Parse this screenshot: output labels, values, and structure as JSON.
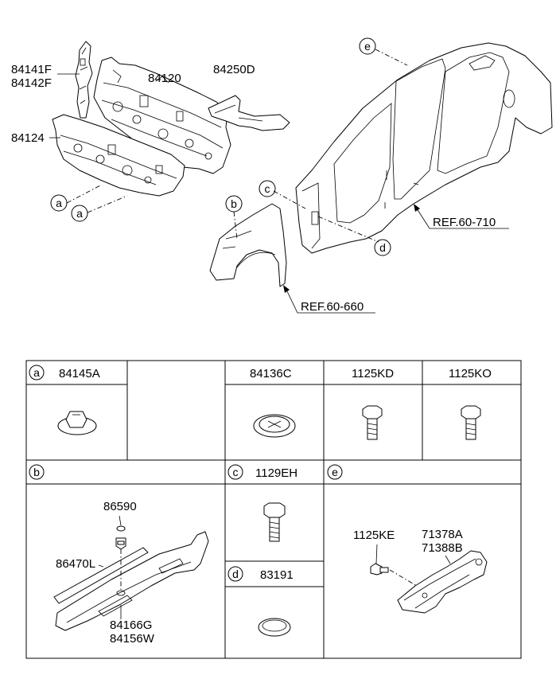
{
  "diagram": {
    "parts": {
      "p84141F": "84141F",
      "p84142F": "84142F",
      "p84120": "84120",
      "p84250D": "84250D",
      "p84124": "84124"
    },
    "callouts": {
      "a": "a",
      "b": "b",
      "c": "c",
      "d": "d",
      "e": "e"
    },
    "refs": {
      "ref_710": "REF.60-710",
      "ref_660": "REF.60-660"
    }
  },
  "table": {
    "a": {
      "letter": "a",
      "part": "84145A"
    },
    "c84136C": {
      "part": "84136C"
    },
    "c1125KD": {
      "part": "1125KD"
    },
    "c1125KO": {
      "part": "1125KO"
    },
    "b": {
      "letter": "b",
      "p86590": "86590",
      "p86470L": "86470L",
      "p84166G": "84166G",
      "p84156W": "84156W"
    },
    "c": {
      "letter": "c",
      "part": "1129EH"
    },
    "d": {
      "letter": "d",
      "part": "83191"
    },
    "e": {
      "letter": "e",
      "p1125KE": "1125KE",
      "p71378A": "71378A",
      "p71388B": "71388B"
    }
  }
}
